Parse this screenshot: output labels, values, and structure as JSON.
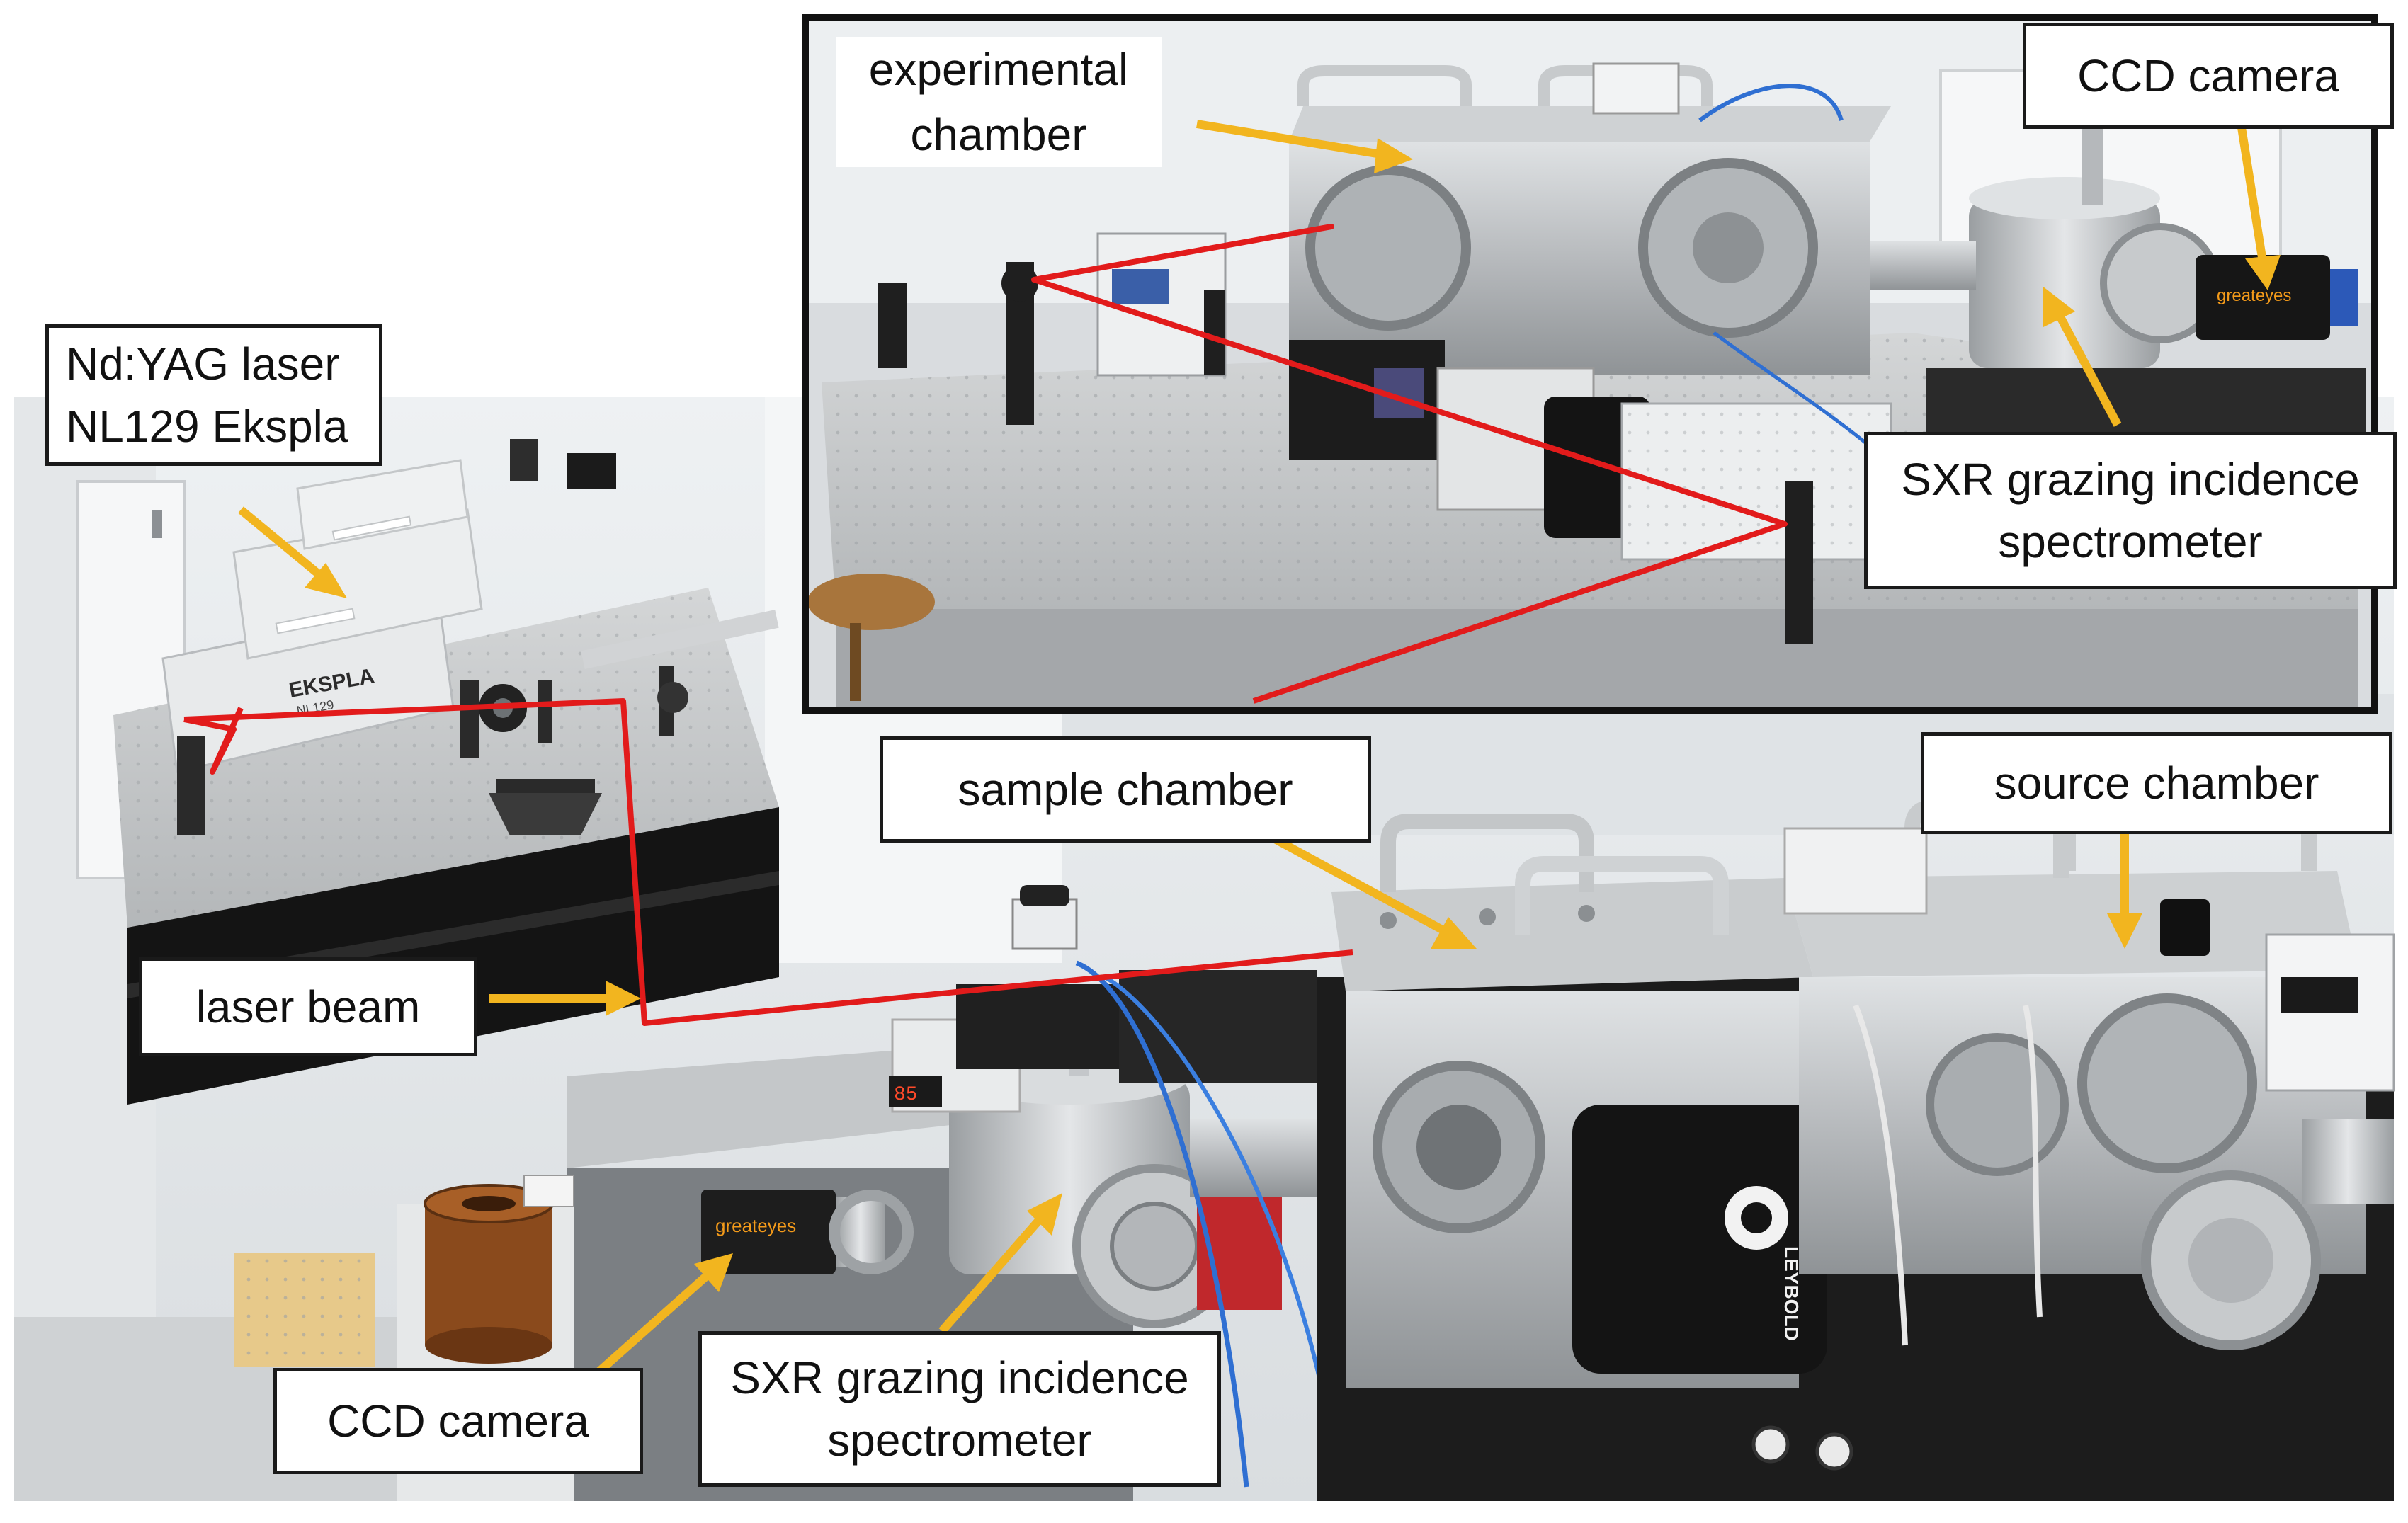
{
  "colors": {
    "laser_beam": "#e21b1b",
    "arrow": "#f2b51f",
    "inset_frame": "#111111",
    "steel": "#b9bcbf",
    "table": "#c7c9ca",
    "black_unit": "#1e1e1e",
    "wall": "#e9ecee"
  },
  "labels": {
    "nd_yag": {
      "lines": [
        "Nd:YAG laser",
        "NL129 Ekspla"
      ]
    },
    "laser_beam": {
      "lines": [
        "laser beam"
      ]
    },
    "ccd_bottom": {
      "lines": [
        "CCD camera"
      ]
    },
    "sxr_bottom": {
      "lines": [
        "SXR grazing incidence",
        "spectrometer"
      ]
    },
    "sample_chamber": {
      "lines": [
        "sample chamber"
      ]
    },
    "source_chamber": {
      "lines": [
        "source chamber"
      ]
    },
    "experimental_chamber": {
      "lines": [
        "experimental",
        "chamber"
      ]
    },
    "ccd_top": {
      "lines": [
        "CCD camera"
      ]
    },
    "sxr_top": {
      "lines": [
        "SXR grazing incidence",
        "spectrometer"
      ]
    }
  },
  "device_text": {
    "laser_brand": "EKSPLA",
    "laser_model": "NL129",
    "camera_brand": "greateyes",
    "pump_brand": "LEYBOLD",
    "display_reading": "85"
  }
}
